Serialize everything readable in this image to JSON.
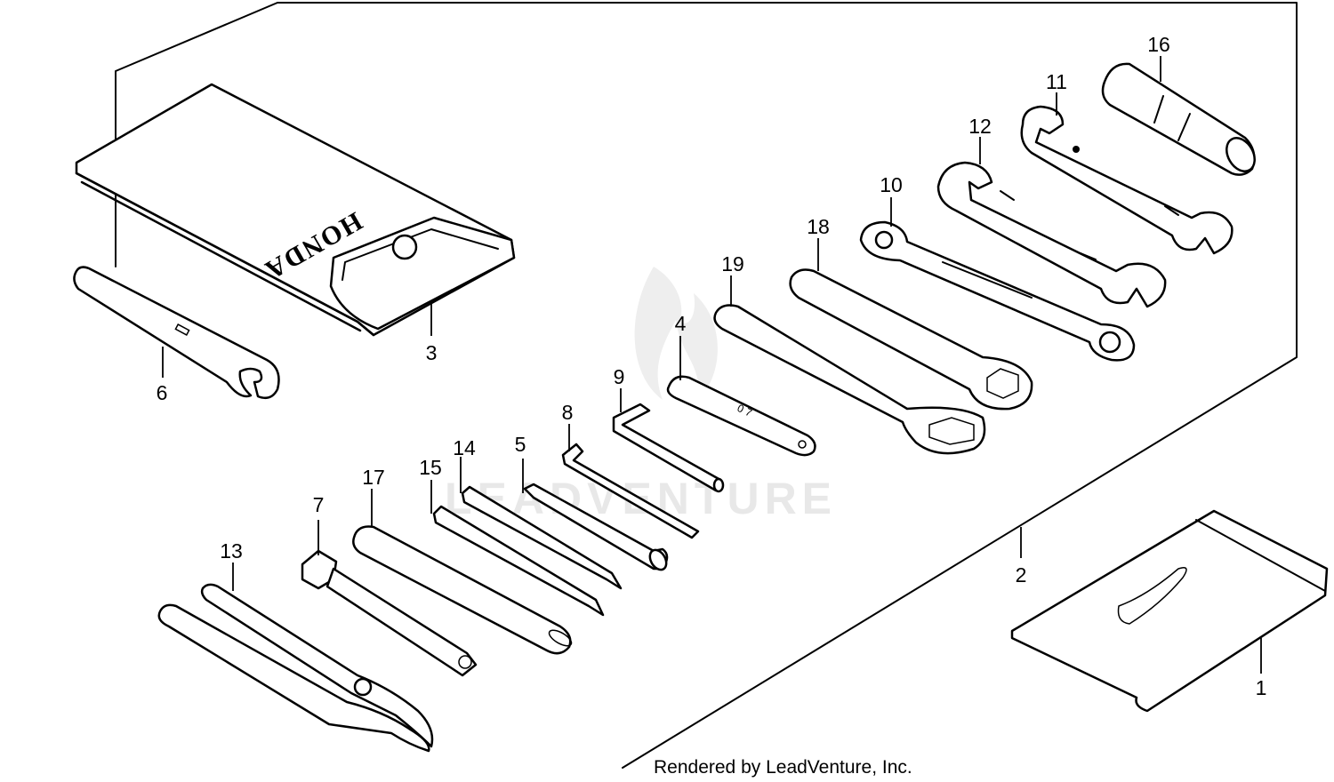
{
  "diagram": {
    "footer_credit": "Rendered by LeadVenture, Inc.",
    "watermark": "LEADVENTURE",
    "pouch_brand": "HONDA",
    "gauge_stamp": "0 7",
    "callouts": [
      {
        "id": "c1",
        "label": "1"
      },
      {
        "id": "c2",
        "label": "2"
      },
      {
        "id": "c3",
        "label": "3"
      },
      {
        "id": "c4",
        "label": "4"
      },
      {
        "id": "c5",
        "label": "5"
      },
      {
        "id": "c6",
        "label": "6"
      },
      {
        "id": "c7",
        "label": "7"
      },
      {
        "id": "c8",
        "label": "8"
      },
      {
        "id": "c9",
        "label": "9"
      },
      {
        "id": "c10",
        "label": "10"
      },
      {
        "id": "c11",
        "label": "11"
      },
      {
        "id": "c12",
        "label": "12"
      },
      {
        "id": "c13",
        "label": "13"
      },
      {
        "id": "c14",
        "label": "14"
      },
      {
        "id": "c15",
        "label": "15"
      },
      {
        "id": "c16",
        "label": "16"
      },
      {
        "id": "c17",
        "label": "17"
      },
      {
        "id": "c18",
        "label": "18"
      },
      {
        "id": "c19",
        "label": "19"
      }
    ],
    "colors": {
      "line": "#000000",
      "background": "#ffffff",
      "watermark": "#e8e8e8"
    }
  }
}
